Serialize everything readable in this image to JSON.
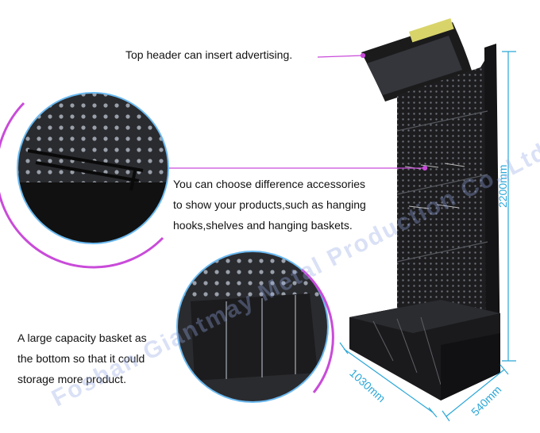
{
  "callouts": {
    "header": "Top header can insert  advertising.",
    "accessories": [
      "You can choose difference accessories",
      "to show your products,such as hanging",
      "hooks,shelves and hanging baskets."
    ],
    "basket": [
      "A large capacity basket as",
      "the bottom so that it could",
      "storage more product."
    ]
  },
  "dimensions": {
    "height": "2200mm",
    "width": "1030mm",
    "depth": "540mm"
  },
  "watermark": "Foshan Giantmay Metal Production Co.,Ltd.",
  "colors": {
    "dimension_lines": "#2aa7d8",
    "callout_arc": "#c94bd9",
    "display_body": "#1b1b1c"
  }
}
